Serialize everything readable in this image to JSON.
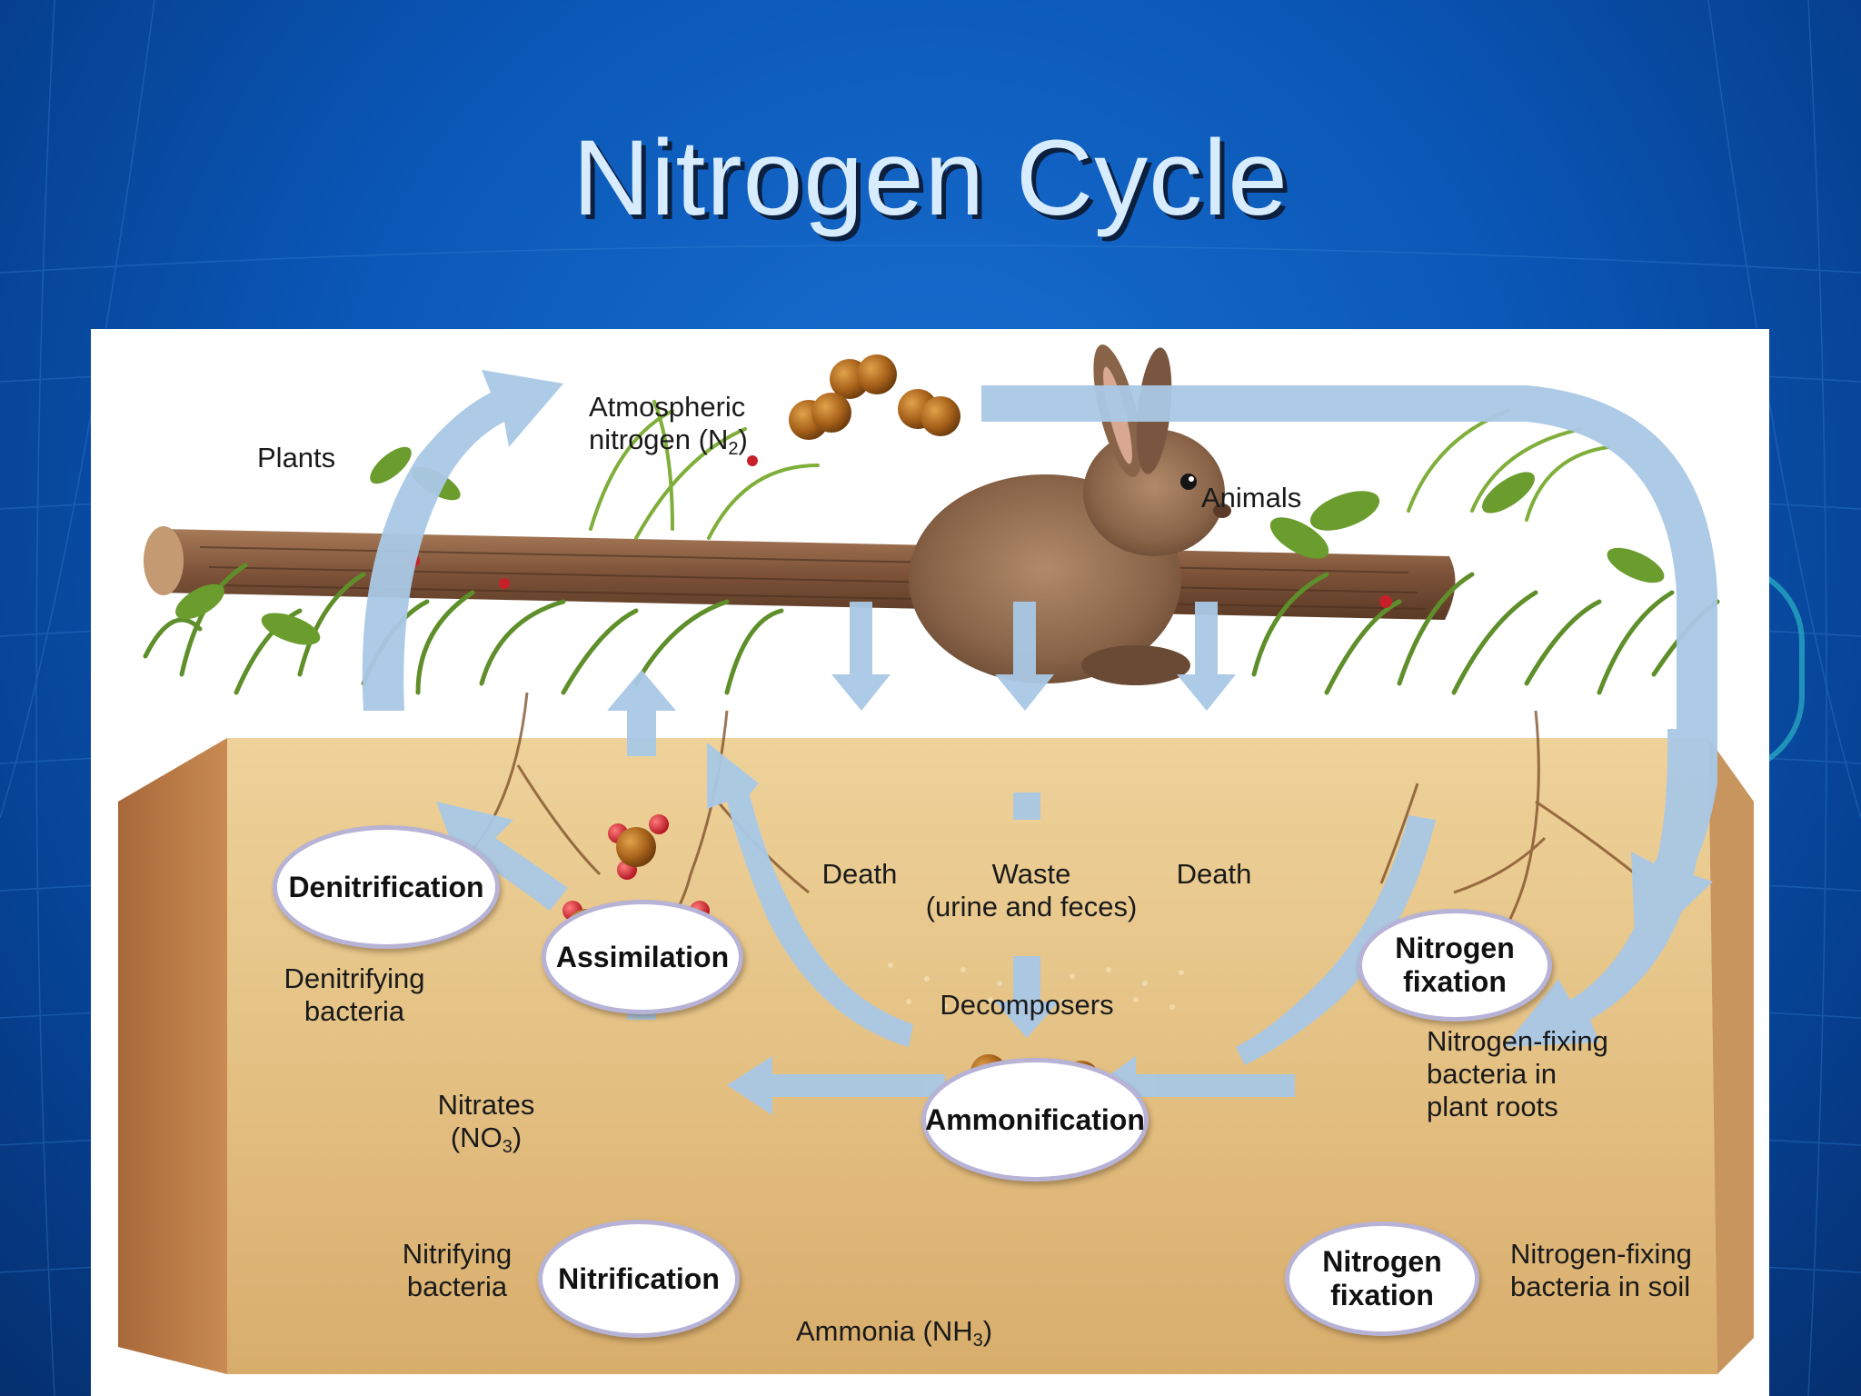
{
  "slide": {
    "title": "Nitrogen Cycle"
  },
  "diagram": {
    "labels": {
      "atmospheric_1": "Atmospheric",
      "atmospheric_2": "nitrogen (N",
      "atmospheric_sub": "2",
      "atmospheric_end": ")",
      "plants": "Plants",
      "animals": "Animals",
      "death_left": "Death",
      "waste_1": "Waste",
      "waste_2": "(urine and feces)",
      "death_right": "Death",
      "decomposers": "Decomposers",
      "denitrifying_1": "Denitrifying",
      "denitrifying_2": "bacteria",
      "nitrates_1": "Nitrates",
      "nitrates_2": "(NO",
      "nitrates_sub": "3",
      "nitrates_end": ")",
      "nitrifying_1": "Nitrifying",
      "nitrifying_2": "bacteria",
      "ammonia": "Ammonia (NH",
      "ammonia_sub": "3",
      "ammonia_end": ")",
      "roots_bacteria_1": "Nitrogen-fixing",
      "roots_bacteria_2": "bacteria in",
      "roots_bacteria_3": "plant roots",
      "soil_bacteria_1": "Nitrogen-fixing",
      "soil_bacteria_2": "bacteria in soil"
    },
    "processes": {
      "denitrification": "Denitrification",
      "assimilation": "Assimilation",
      "ammonification": "Ammonification",
      "nitrification": "Nitrification",
      "fixation_upper_1": "Nitrogen",
      "fixation_upper_2": "fixation",
      "fixation_lower_1": "Nitrogen",
      "fixation_lower_2": "fixation"
    }
  },
  "colors": {
    "arrow": "#a9c8e6",
    "soil": "#e6c98e",
    "molecule_n": "#a8621a",
    "molecule_o": "#d0202e",
    "oval_border": "#b7b3d6"
  }
}
